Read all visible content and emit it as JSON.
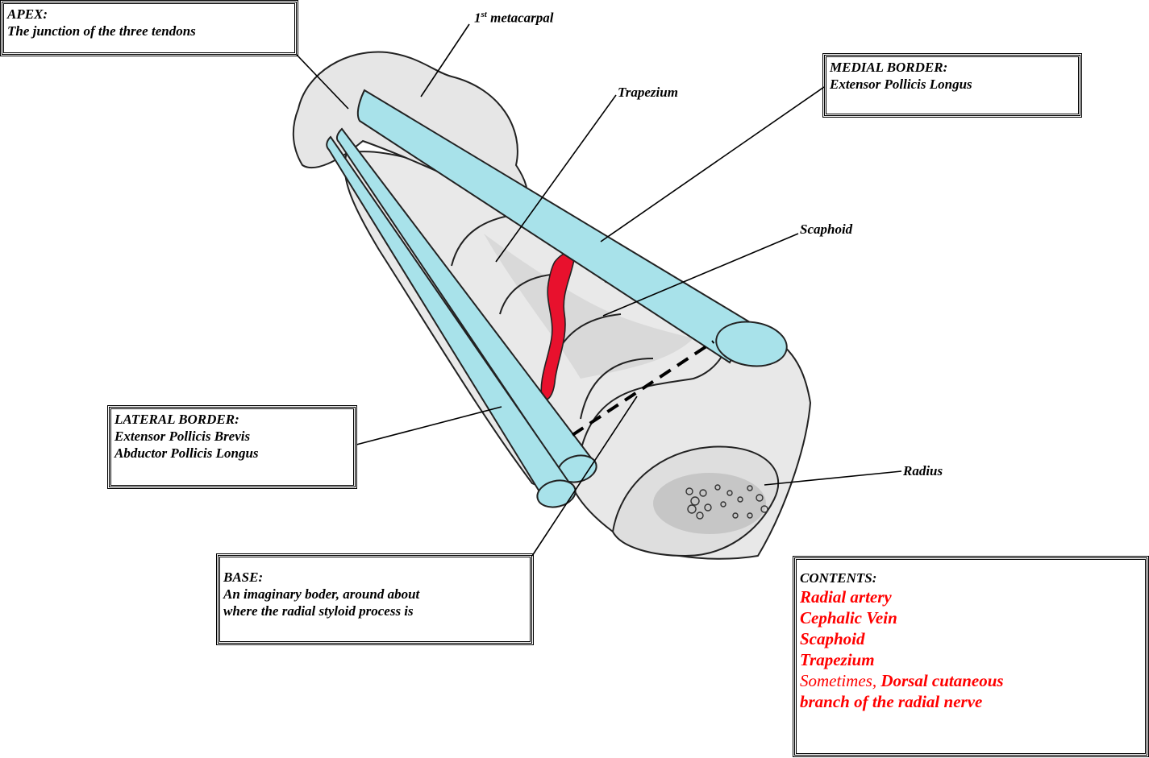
{
  "labels": {
    "metacarpal_main": "1",
    "metacarpal_sup": "st",
    "metacarpal_rest": " metacarpal",
    "trapezium": "Trapezium",
    "scaphoid": "Scaphoid",
    "radius": "Radius"
  },
  "boxes": {
    "apex": {
      "title": "APEX:",
      "lines": [
        "The junction of the three tendons"
      ]
    },
    "medial": {
      "title": "MEDIAL BORDER:",
      "lines": [
        "Extensor Pollicis Longus"
      ]
    },
    "lateral": {
      "title": "LATERAL BORDER:",
      "lines": [
        "Extensor Pollicis Brevis",
        "Abductor Pollicis Longus"
      ]
    },
    "base": {
      "title": "BASE:",
      "lines": [
        "An imaginary boder, around about",
        "where the radial styloid process is"
      ]
    },
    "contents": {
      "title": "CONTENTS:",
      "items": [
        "Radial artery",
        "Cephalic Vein",
        "Scaphoid",
        "Trapezium"
      ],
      "last_prefix": "Sometimes, ",
      "last_bold": "Dorsal cutaneous",
      "last_line2": "branch of the radial nerve"
    }
  },
  "colors": {
    "tendon": "#a8e2ea",
    "bone": "#e9e9e9",
    "bone_shadow": "#c9c9c9",
    "artery": "#e8112d",
    "text_red": "#ff0000"
  }
}
